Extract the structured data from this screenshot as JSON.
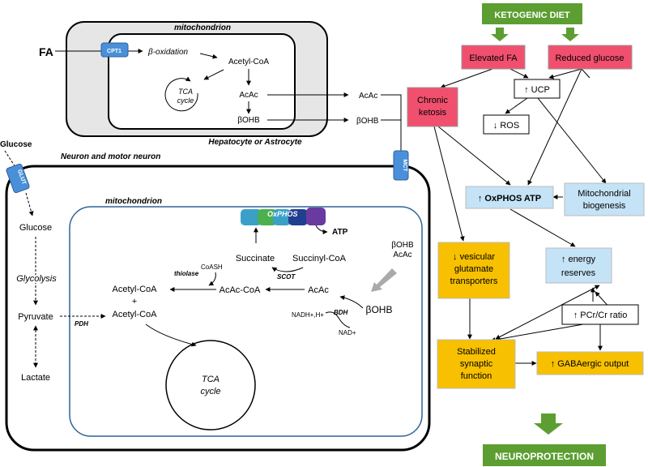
{
  "colors": {
    "green": "#5c9e31",
    "red": "#f0506e",
    "blue": "#c5e3f6",
    "yellow": "#f7c000",
    "membrane_blue": "#2f6496",
    "oxphos_green": "#4caf50",
    "oxphos_teal": "#3aa0c8",
    "oxphos_navy": "#1f3f8f",
    "oxphos_purple": "#6a3aa0",
    "transporter_blue": "#4a90d9",
    "arrow_grey": "#aaaaaa"
  },
  "left": {
    "fa_label": "FA",
    "cpt1": "CPT1",
    "hep_mito_title": "mitochondrion",
    "hep_caption": "Hepatocyte or Astrocyte",
    "beta_oxidation": "β-oxidation",
    "acetyl_coa": "Acetyl-CoA",
    "tca_small_l1": "TCA",
    "tca_small_l2": "cycle",
    "acac": "AcAc",
    "bohb": "βOHB",
    "acac_out": "AcAc",
    "bohb_out": "βOHB",
    "mct": "MCT",
    "glucose_top": "Glucose",
    "glut": "GLUT",
    "neuron_title": "Neuron and motor neuron",
    "neuron_mito_title": "mitochondrion",
    "glucose": "Glucose",
    "glycolysis": "Glycolysis",
    "pyruvate": "Pyruvate",
    "lactate": "Lactate",
    "pdh": "PDH",
    "acetyl_coa_a": "Acetyl-CoA",
    "plus": "+",
    "acetyl_coa_b": "Acetyl-CoA",
    "tca_l1": "TCA",
    "tca_l2": "cycle",
    "oxphos": "OxPHOS",
    "atp": "ATP",
    "succinate": "Succinate",
    "succinyl_coa": "Succinyl-CoA",
    "coash": "CoASH",
    "thiolase": "thiolase",
    "scot": "SCOT",
    "acac_coa": "AcAc-CoA",
    "acac_inner": "AcAc",
    "bdh": "BDH",
    "nadh": "NADH+,H+",
    "nad": "NAD+",
    "bohb_inner": "βOHB",
    "bohb_right": "βOHB",
    "acac_right": "AcAc"
  },
  "right": {
    "ketogenic_diet": "KETOGENIC DIET",
    "elevated_fa": "Elevated FA",
    "reduced_glucose": "Reduced glucose",
    "ucp": "↑ UCP",
    "chronic_l1": "Chronic",
    "chronic_l2": "ketosis",
    "ros": "↓ ROS",
    "oxphos_atp": "↑ OxPHOS ATP",
    "mito_bio_l1": "Mitochondrial",
    "mito_bio_l2": "biogenesis",
    "vesicular_l1": "↓ vesicular",
    "vesicular_l2": "glutamate",
    "vesicular_l3": "transporters",
    "energy_l1": "↑ energy",
    "energy_l2": "reserves",
    "pcr": "↑ PCr/Cr ratio",
    "stab_l1": "Stabilized",
    "stab_l2": "synaptic",
    "stab_l3": "function",
    "gaba": "↑ GABAergic output",
    "neuroprotection": "NEUROPROTECTION"
  }
}
